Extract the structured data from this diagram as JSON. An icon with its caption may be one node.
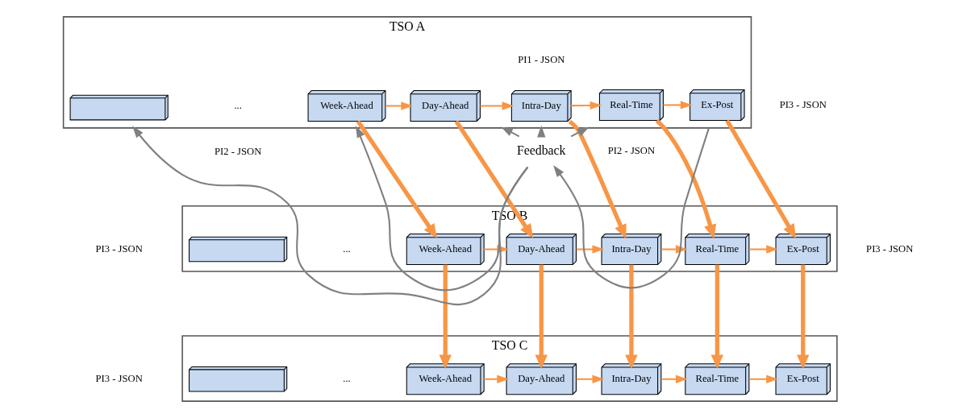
{
  "diagram": {
    "nodes": [
      {
        "text": [
          "TSO C"
        ]
      },
      {
        "text": [],
        "shape": "box",
        "in": 0
      },
      {
        "text": [
          "Week-Ahead"
        ],
        "in": 0
      },
      {
        "text": [
          "Day-Ahead"
        ],
        "in": 0
      },
      {
        "text": [
          "Intra-Day"
        ],
        "in": 0
      },
      {
        "text": [
          "Real-Time"
        ],
        "in": 0
      },
      {
        "text": [
          "Ex-Post"
        ],
        "in": 0
      },
      {
        "text": [
          "TSO B"
        ]
      },
      {
        "text": [],
        "shape": "box",
        "in": 7
      },
      {
        "text": [
          "Week-Ahead"
        ],
        "in": 7
      },
      {
        "text": [
          "Day-Ahead"
        ],
        "in": 7
      },
      {
        "text": [
          "Intra-Day"
        ],
        "in": 7
      },
      {
        "text": [
          "Real-Time"
        ],
        "in": 7
      },
      {
        "text": [
          "Ex-Post"
        ],
        "in": 7
      },
      {
        "text": [
          "TSO A"
        ]
      },
      {
        "text": [],
        "shape": "box",
        "in": 14
      },
      {
        "text": [
          "Week-Ahead"
        ],
        "in": 14
      },
      {
        "text": [
          "Day-Ahead"
        ],
        "in": 14
      },
      {
        "text": [
          "Intra-Day"
        ],
        "in": 14
      },
      {
        "text": [
          "Real-Time"
        ],
        "in": 14
      },
      {
        "text": [
          "Ex-Post"
        ],
        "in": 14
      },
      {
        "text": [
          "Feedback"
        ]
      }
    ],
    "edges": [
      {
        "from": 2,
        "to": 3,
        "arrow": "to"
      },
      {
        "from": 3,
        "to": 4,
        "arrow": "to"
      },
      {
        "from": 4,
        "to": 5,
        "arrow": "to"
      },
      {
        "from": 5,
        "to": 6,
        "arrow": "to"
      },
      {
        "from": 9,
        "to": 10,
        "arrow": "to"
      },
      {
        "from": 10,
        "to": 11,
        "arrow": "to"
      },
      {
        "from": 11,
        "to": 12,
        "arrow": "to"
      },
      {
        "from": 12,
        "to": 13,
        "arrow": "to"
      },
      {
        "from": 16,
        "to": 17,
        "arrow": "to"
      },
      {
        "from": 17,
        "to": 18,
        "arrow": "to"
      },
      {
        "from": 18,
        "to": 19,
        "arrow": "to"
      },
      {
        "from": 19,
        "to": 20,
        "arrow": "to"
      },
      {
        "from": 9,
        "to": 2,
        "arrow": "to",
        "style": "thick"
      },
      {
        "from": 10,
        "to": 3,
        "arrow": "to",
        "style": "thick"
      },
      {
        "from": 11,
        "to": 4,
        "arrow": "to",
        "style": "thick"
      },
      {
        "from": 12,
        "to": 5,
        "arrow": "to",
        "style": "thick"
      },
      {
        "from": 13,
        "to": 6,
        "arrow": "to",
        "style": "thick"
      },
      {
        "from": 16,
        "to": 9,
        "arrow": "to",
        "style": "thick"
      },
      {
        "from": 17,
        "to": 10,
        "arrow": "to",
        "style": "thick"
      },
      {
        "from": 18,
        "to": 11,
        "arrow": "to",
        "style": "thick"
      },
      {
        "from": 19,
        "to": 12,
        "arrow": "to",
        "style": "thick"
      },
      {
        "from": 20,
        "to": 13,
        "arrow": "to",
        "style": "thick"
      },
      {
        "from": 14,
        "to": 21,
        "arrow": "to",
        "color": "#808080"
      },
      {
        "from": 21,
        "to": 14,
        "arrow": "to",
        "color": "#808080"
      },
      {
        "from": 21,
        "to": 14,
        "arrow": "to",
        "color": "#808080"
      },
      {
        "from": 21,
        "to": 14,
        "arrow": "to",
        "color": "#808080"
      },
      {
        "from": 21,
        "to": 14,
        "arrow": "to",
        "color": "#808080"
      },
      {
        "from": 21,
        "to": 14,
        "arrow": "to",
        "color": "#808080"
      }
    ],
    "labels": [
      "PI3 - JSON",
      "...",
      "PI3 - JSON",
      "...",
      "PI3 - JSON",
      "...",
      "PI3 - JSON",
      "PI1 - JSON",
      "PI2 - JSON",
      "PI2 - JSON"
    ]
  }
}
